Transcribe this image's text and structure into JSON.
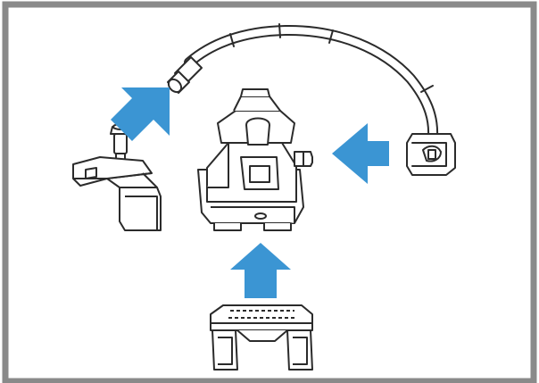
{
  "diagram": {
    "colors": {
      "frame": "#8a8a8a",
      "arrow": "#3b95d3",
      "line": "#2b2b2b",
      "fill": "#ffffff"
    },
    "parts": [
      {
        "id": "cable-assembly",
        "icon": "curved-cable-with-connectors"
      },
      {
        "id": "center-bracket",
        "icon": "main-mounting-bracket"
      },
      {
        "id": "left-sensor-bracket",
        "icon": "sensor-with-l-bracket"
      },
      {
        "id": "bottom-clip",
        "icon": "base-clip"
      }
    ],
    "arrows": [
      {
        "id": "arrow-up-right",
        "direction": "up-right"
      },
      {
        "id": "arrow-left",
        "direction": "left"
      },
      {
        "id": "arrow-up",
        "direction": "up"
      }
    ]
  }
}
